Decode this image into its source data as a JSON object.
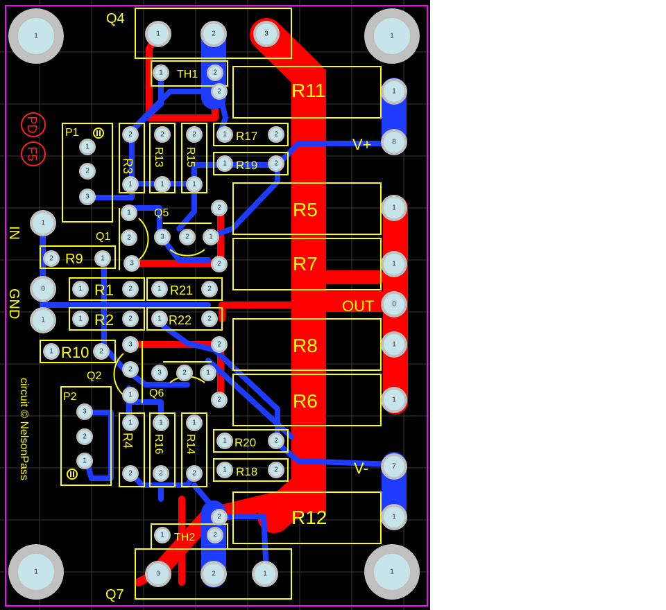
{
  "colors": {
    "board": "#000000",
    "outline": "#ff00ff",
    "grid": "#3a3a3a",
    "top_copper": "#ff0000",
    "bottom_copper": "#1e3cff",
    "silkscreen": "#ffff00",
    "pad_ring": "#c0c0c0",
    "pad_hole": "#c6e4ea",
    "pad_number": "#333333",
    "mark": "#ff2020"
  },
  "labels": {
    "q4": "Q4",
    "q7": "Q7",
    "q1": "Q1",
    "q2": "Q2",
    "q5": "Q5",
    "q6": "Q6",
    "p1": "P1",
    "p2": "P2",
    "th1": "TH1",
    "th2": "TH2",
    "r1": "R1",
    "r2": "R2",
    "r3": "R3",
    "r4": "R4",
    "r5": "R5",
    "r6": "R6",
    "r7": "R7",
    "r8": "R8",
    "r9": "R9",
    "r10": "R10",
    "r11": "R11",
    "r12": "R12",
    "r13": "R13",
    "r14": "R14",
    "r15": "R15",
    "r16": "R16",
    "r17": "R17",
    "r18": "R18",
    "r19": "R19",
    "r20": "R20",
    "r21": "R21",
    "r22": "R22",
    "in": "IN",
    "gnd": "GND",
    "vplus": "V+",
    "vminus": "V-",
    "out": "OUT",
    "credit": "circuit © NelsonPass",
    "mark_top": "PD",
    "mark_bottom": "F5"
  },
  "pad_numbers": {
    "mount": "1",
    "one": "1",
    "two": "2",
    "three": "3",
    "zero": "0",
    "seven": "7",
    "eight": "8"
  }
}
